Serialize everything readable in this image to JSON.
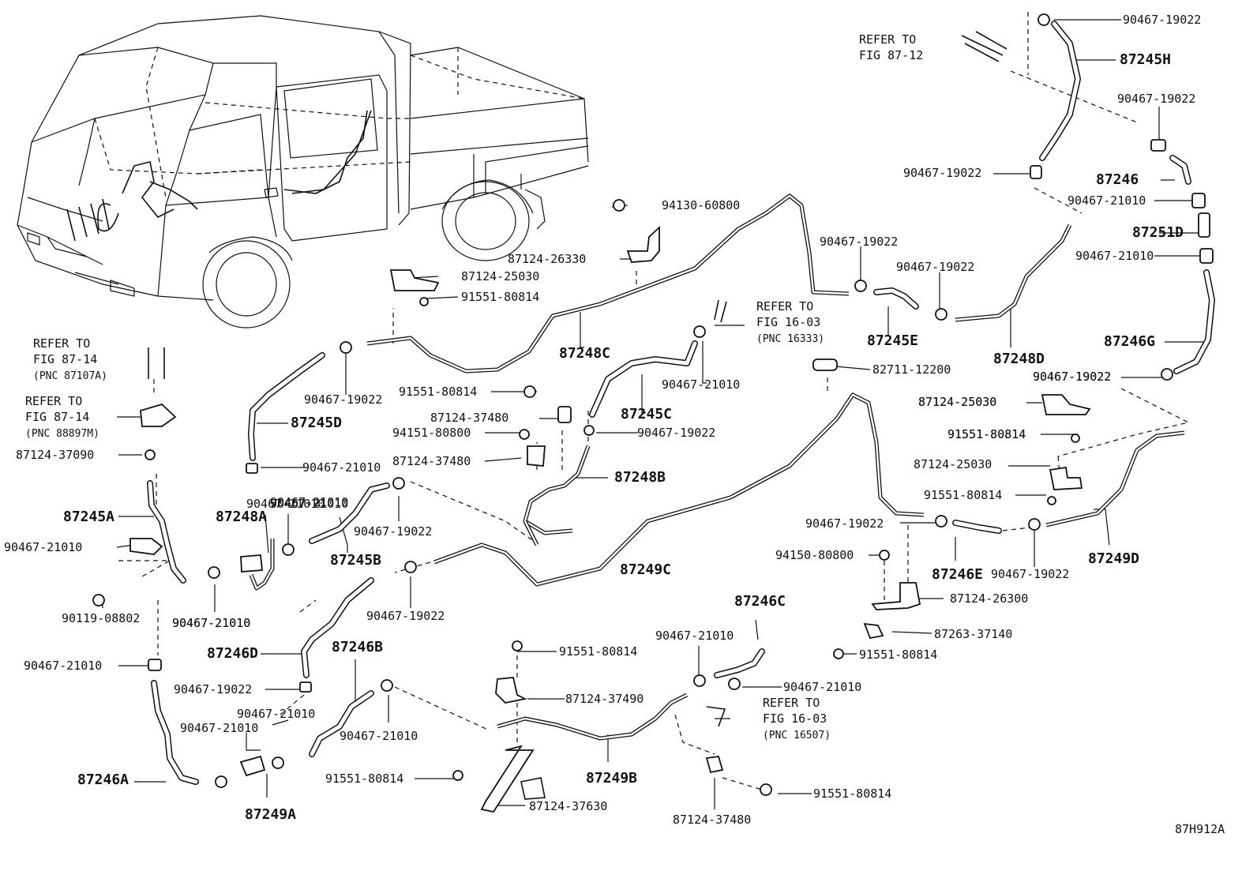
{
  "diagram": {
    "code": "87H912A",
    "main_parts": {
      "p87245A": "87245A",
      "p87245B": "87245B",
      "p87245C": "87245C",
      "p87245D": "87245D",
      "p87245E": "87245E",
      "p87245H": "87245H",
      "p87246": "87246",
      "p87246A": "87246A",
      "p87246B": "87246B",
      "p87246C": "87246C",
      "p87246D": "87246D",
      "p87246E": "87246E",
      "p87246G": "87246G",
      "p87248A": "87248A",
      "p87248B": "87248B",
      "p87248C": "87248C",
      "p87248D": "87248D",
      "p87249A": "87249A",
      "p87249B": "87249B",
      "p87249C": "87249C",
      "p87249D": "87249D",
      "p87251D": "87251D"
    },
    "sub_parts": [
      "90467-19022",
      "90467-19022",
      "90467-21010",
      "90467-21010",
      "90467-19022",
      "90467-19022",
      "94130-60800",
      "87124-26330",
      "87124-25030",
      "91551-80814",
      "82711-12200",
      "87124-25030",
      "91551-80814",
      "87124-25030",
      "91551-80814",
      "90467-19022",
      "90467-19022",
      "91551-80814",
      "87124-37480",
      "94151-80800",
      "87124-37480",
      "90467-21010",
      "90467-19022",
      "90467-19022",
      "90467-21010",
      "90467-21010",
      "87124-37090",
      "90467-21010",
      "90119-08802",
      "90467-21010",
      "90467-19022",
      "90467-19022",
      "94150-80800",
      "87124-26300",
      "87263-37140",
      "91551-80814",
      "90467-21010",
      "90467-19022",
      "91551-80814",
      "87124-37490",
      "90467-21010",
      "90467-21010",
      "90467-21010",
      "90467-21010",
      "91551-80814",
      "87124-37630",
      "87124-37480",
      "91551-80814",
      "90467-19022",
      "90467-21010",
      "90467-21010",
      "90467-19022",
      "90467-21010",
      "90467-21010",
      "90467-19022",
      "87124-25030",
      "91551-80814"
    ],
    "refs": {
      "fig8712": {
        "line1": "REFER TO",
        "line2": "FIG 87-12"
      },
      "fig1603a": {
        "line1": "REFER TO",
        "line2": "FIG 16-03",
        "line3": "(PNC 16333)"
      },
      "fig8714a": {
        "line1": "REFER TO",
        "line2": "FIG 87-14",
        "line3": "(PNC 87107A)"
      },
      "fig8714b": {
        "line1": "REFER TO",
        "line2": "FIG 87-14",
        "line3": "(PNC 88897M)"
      },
      "fig1603b": {
        "line1": "REFER TO",
        "line2": "FIG 16-03",
        "line3": "(PNC 16507)"
      }
    }
  }
}
